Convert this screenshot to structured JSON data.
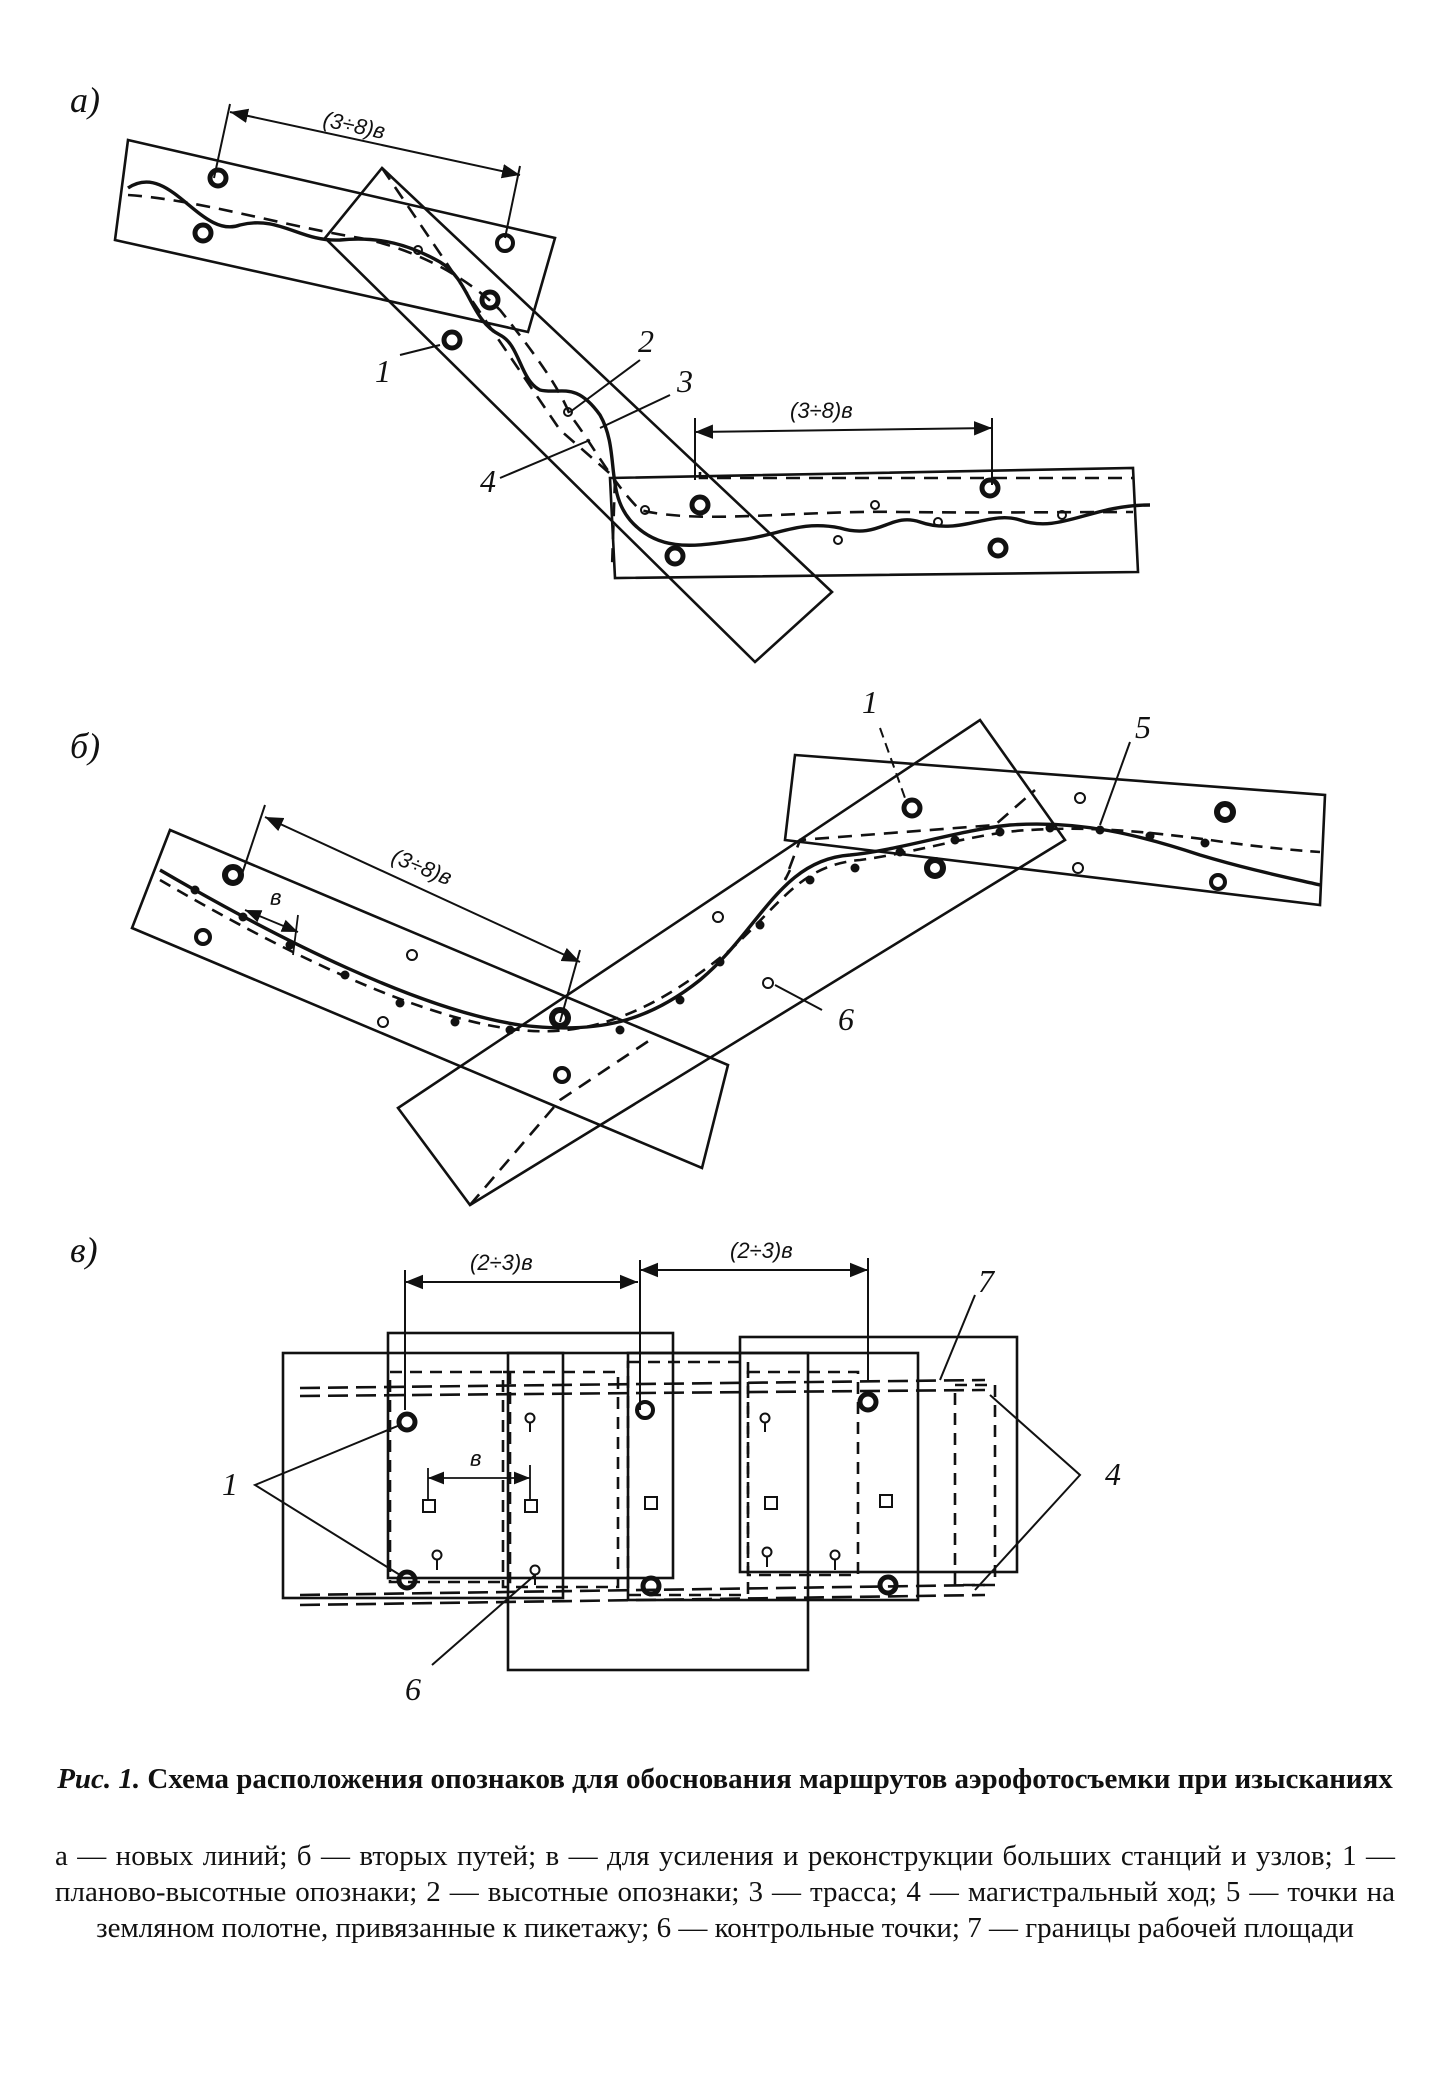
{
  "panels": {
    "a": {
      "label": "а)",
      "dimension": "(3÷8)в",
      "dimension2": "(3÷8)в",
      "callouts": [
        "1",
        "2",
        "3",
        "4"
      ]
    },
    "b": {
      "label": "б)",
      "dimension": "(3÷8)в",
      "small_dimension": "в",
      "callouts": [
        "1",
        "5",
        "6"
      ]
    },
    "c": {
      "label": "в)",
      "dimension": "(2÷3)в",
      "dimension2": "(2÷3)в",
      "small_dimension": "в",
      "callouts": [
        "1",
        "4",
        "6",
        "7"
      ]
    }
  },
  "caption": {
    "fig_num": "Рис. 1.",
    "title": "Схема расположения опознаков для обоснования маршрутов аэрофотосъемки при изысканиях",
    "legend": "а — новых линий; б — вторых путей; в — для усиления и реконструкции больших станций и узлов; 1 — планово-высотные опознаки; 2 — высотные опознаки; 3 — трасса; 4 — магистральный ход; 5 — точки на земляном полотне, привязанные к пикетажу; 6 — контрольные точки; 7 — границы рабочей площади"
  },
  "colors": {
    "ink": "#111111",
    "paper": "#ffffff"
  }
}
